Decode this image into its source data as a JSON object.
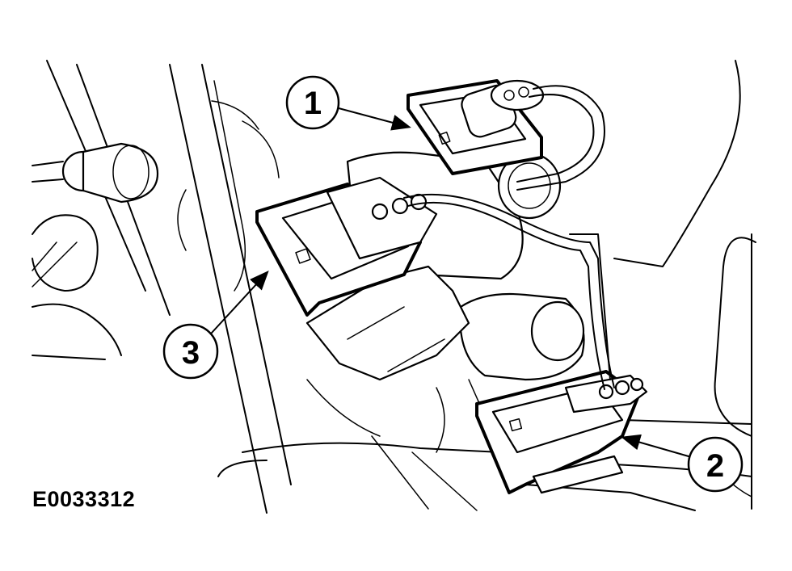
{
  "reference_code": "E0033312",
  "callouts": [
    {
      "id": "1",
      "label": "1"
    },
    {
      "id": "2",
      "label": "2"
    },
    {
      "id": "3",
      "label": "3"
    }
  ]
}
